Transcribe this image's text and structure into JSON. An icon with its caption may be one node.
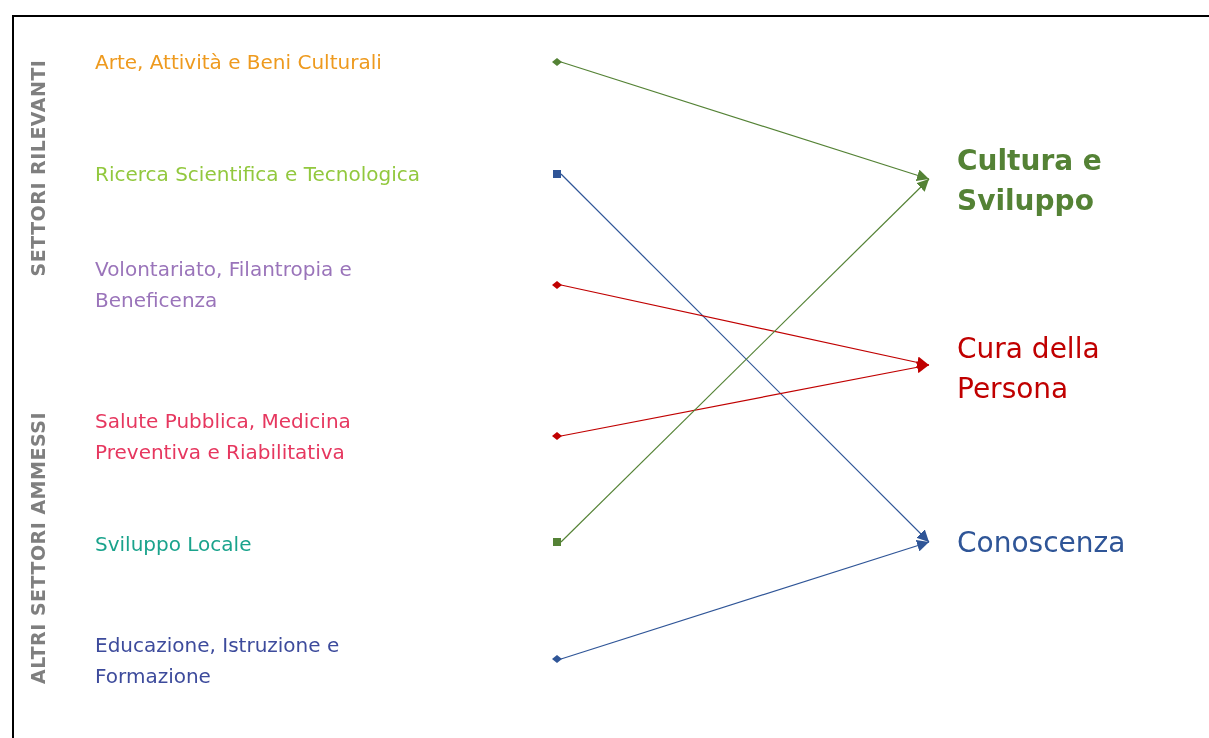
{
  "diagram": {
    "nodes": [
      {
        "text": [],
        "shape": "diamond"
      },
      {
        "text": [],
        "shape": "box"
      },
      {
        "text": [],
        "shape": "diamond"
      },
      {
        "text": [],
        "shape": "diamond"
      },
      {
        "text": [],
        "shape": "box"
      },
      {
        "text": [],
        "shape": "diamond"
      },
      {
        "text": [
          "Cultura e Sviluppo"
        ]
      },
      {
        "text": [
          "Cura della Persona"
        ]
      },
      {
        "text": [
          "Conoscenza"
        ]
      }
    ],
    "edges": [
      {
        "from": 0,
        "to": 6,
        "arrow": "to",
        "color": "#548235"
      },
      {
        "from": 1,
        "to": 8,
        "arrow": "to",
        "color": "#2f5597"
      },
      {
        "from": 2,
        "to": 7,
        "arrow": "to",
        "color": "#c00000"
      },
      {
        "from": 3,
        "to": 7,
        "arrow": "to",
        "color": "#c00000"
      },
      {
        "from": 4,
        "to": 6,
        "arrow": "to",
        "color": "#548235"
      },
      {
        "from": 5,
        "to": 8,
        "arrow": "to",
        "color": "#2f5597"
      }
    ],
    "labels": [
      "SETTORI RILEVANTI",
      "ALTRI SETTORI AMMESSI",
      "Arte, Attività e Beni Culturali",
      "Ricerca Scientifica e Tecnologica",
      "Volontariato, Filantropia e Beneficenza",
      "Salute Pubblica, Medicina Preventiva e Riabilitativa",
      "Sviluppo Locale",
      "Educazione, Istruzione e Formazione"
    ]
  }
}
